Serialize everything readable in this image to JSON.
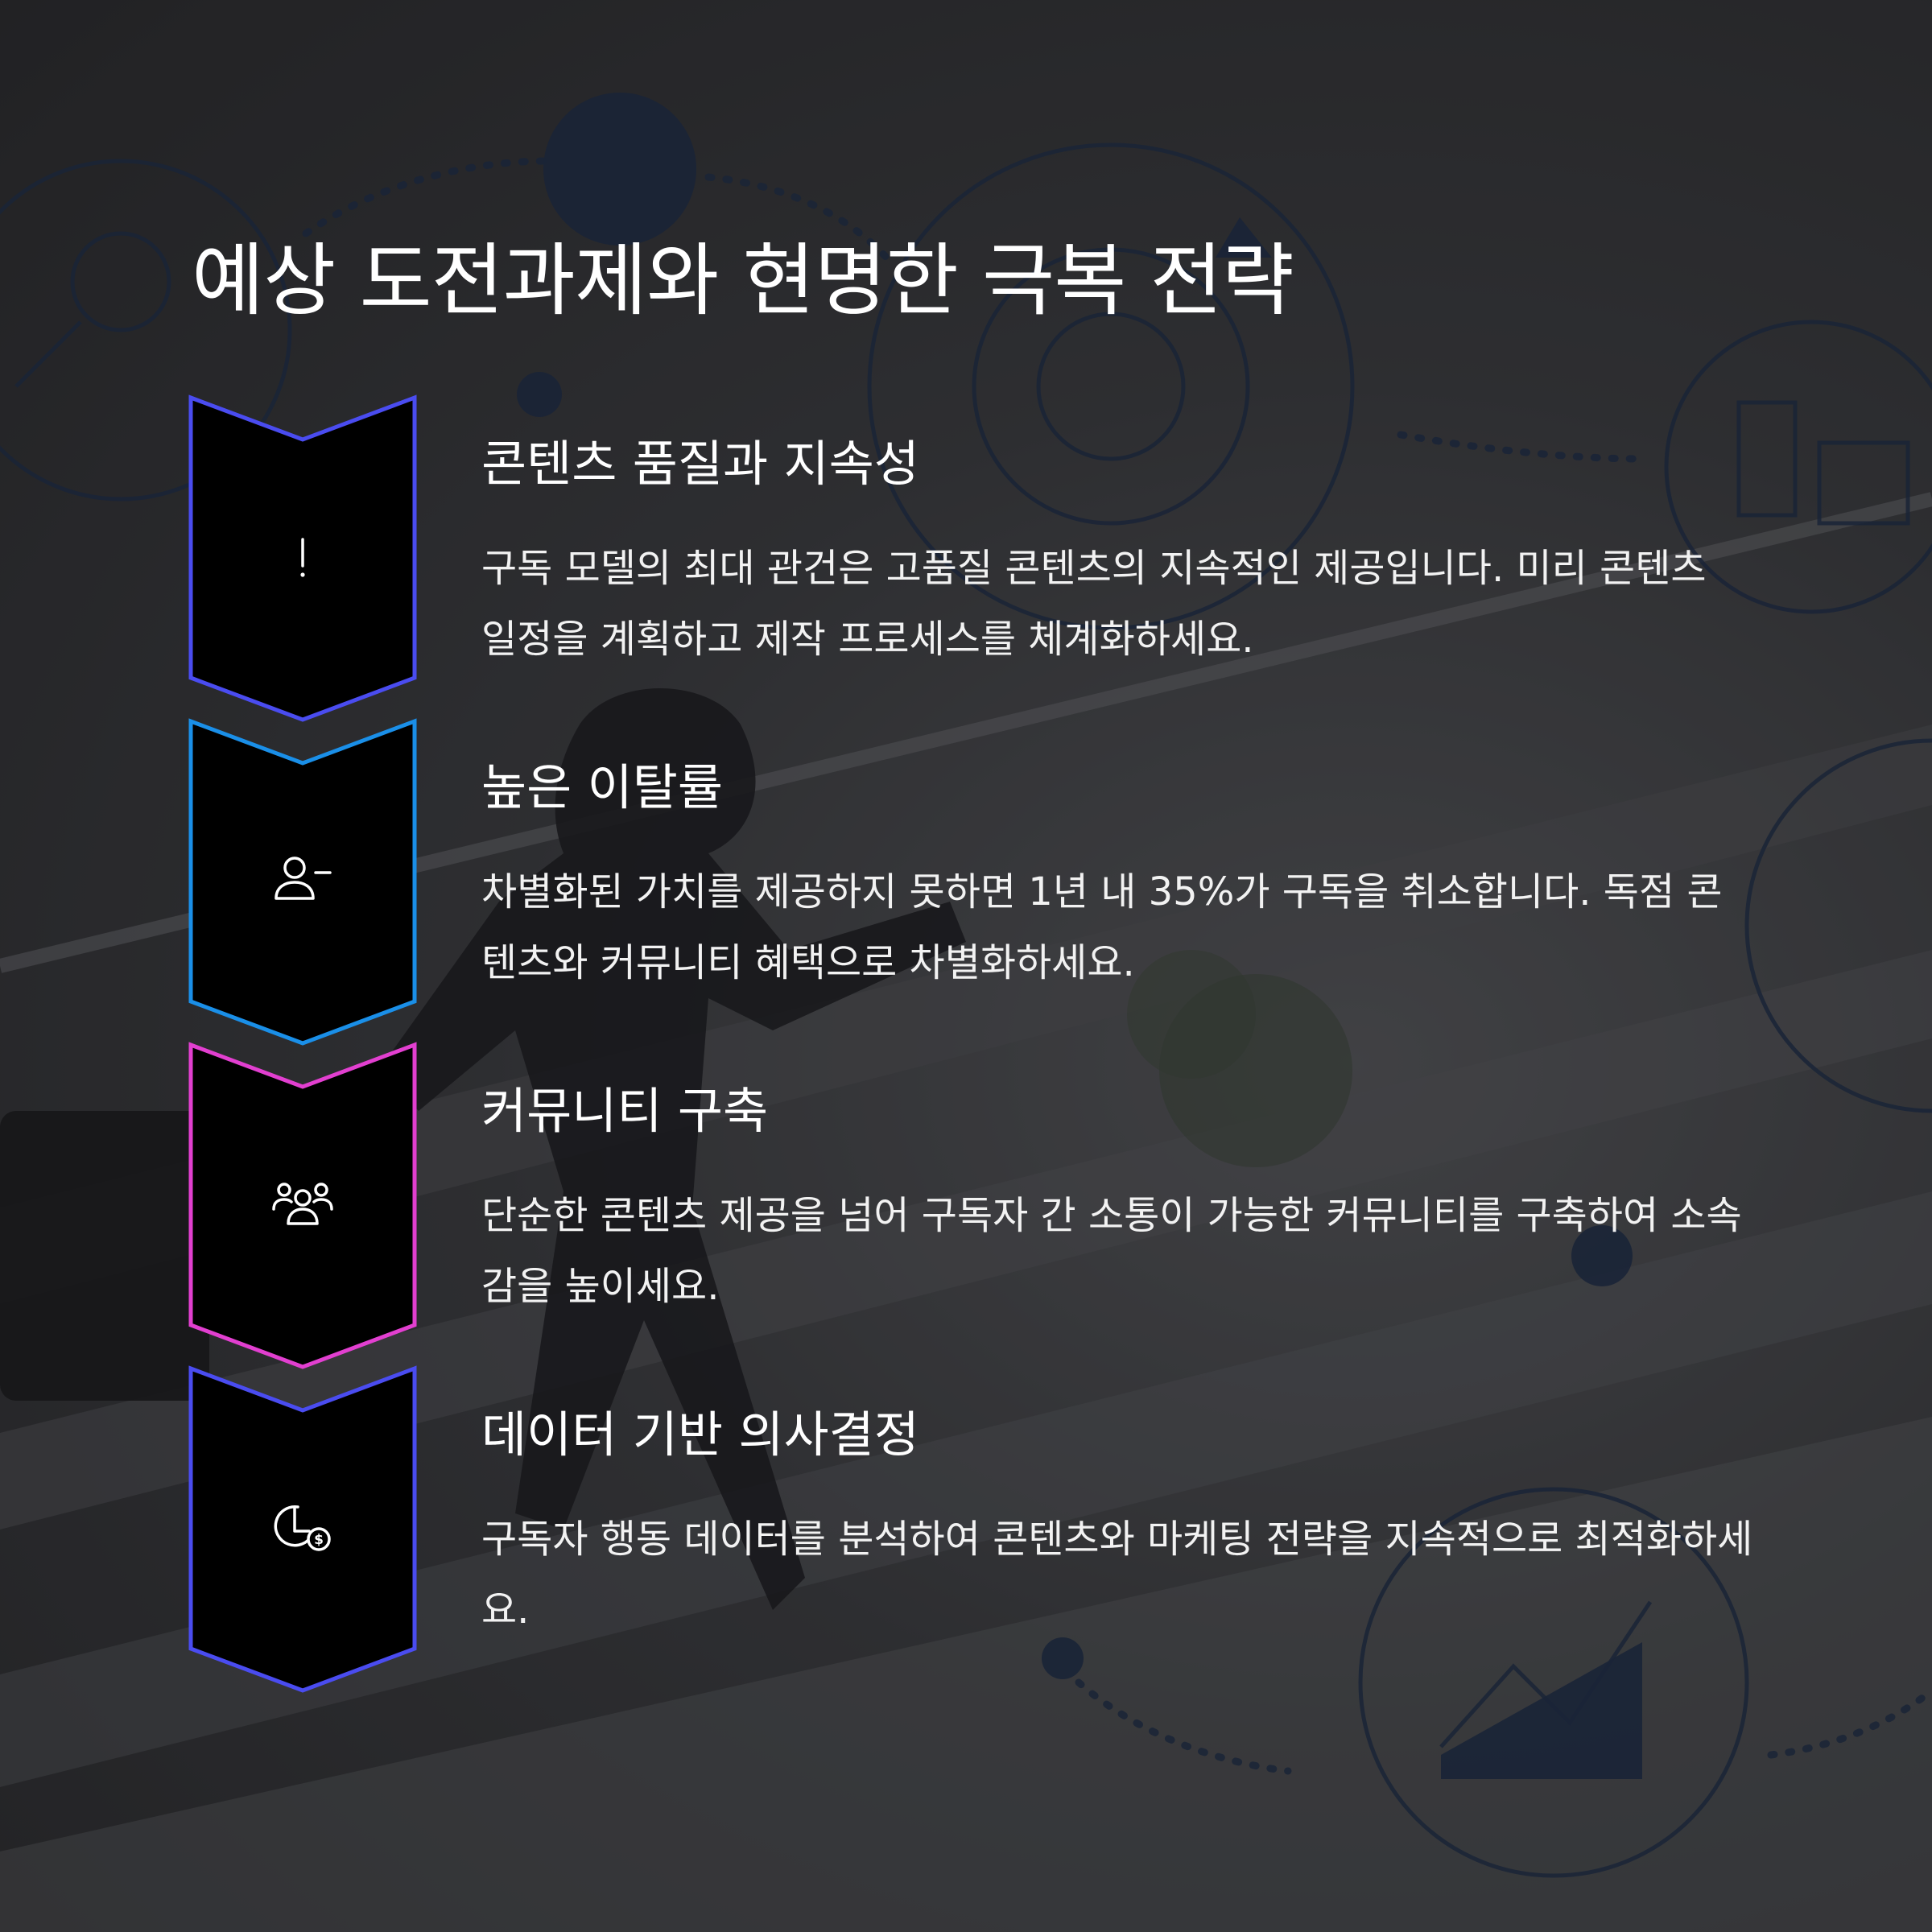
{
  "title": "예상 도전과제와 현명한 극복 전략",
  "colors": {
    "step1": "#4a4cf0",
    "step2": "#1a8fe8",
    "step3": "#e23fd0",
    "step4": "#4a4cf0",
    "chevron_fill": "#000000",
    "text": "#ffffff"
  },
  "steps": [
    {
      "icon": "exclamation-icon",
      "title": "콘텐츠 품질과 지속성",
      "description": "구독 모델의 최대 관건은 고품질 콘텐츠의 지속적인 제공입니다. 미리 콘텐츠 일정을 계획하고 제작 프로세스를 체계화하세요."
    },
    {
      "icon": "user-minus-icon",
      "title": "높은 이탈률",
      "description": "차별화된 가치를 제공하지 못하면 1년 내 35%가 구독을 취소합니다. 독점 콘텐츠와 커뮤니티 혜택으로 차별화하세요."
    },
    {
      "icon": "users-group-icon",
      "title": "커뮤니티 구축",
      "description": "단순한 콘텐츠 제공을 넘어 구독자 간 소통이 가능한 커뮤니티를 구축하여 소속감을 높이세요."
    },
    {
      "icon": "chart-dollar-icon",
      "title": "데이터 기반 의사결정",
      "description": "구독자 행동 데이터를 분석하여 콘텐츠와 마케팅 전략을 지속적으로 최적화하세요."
    }
  ]
}
